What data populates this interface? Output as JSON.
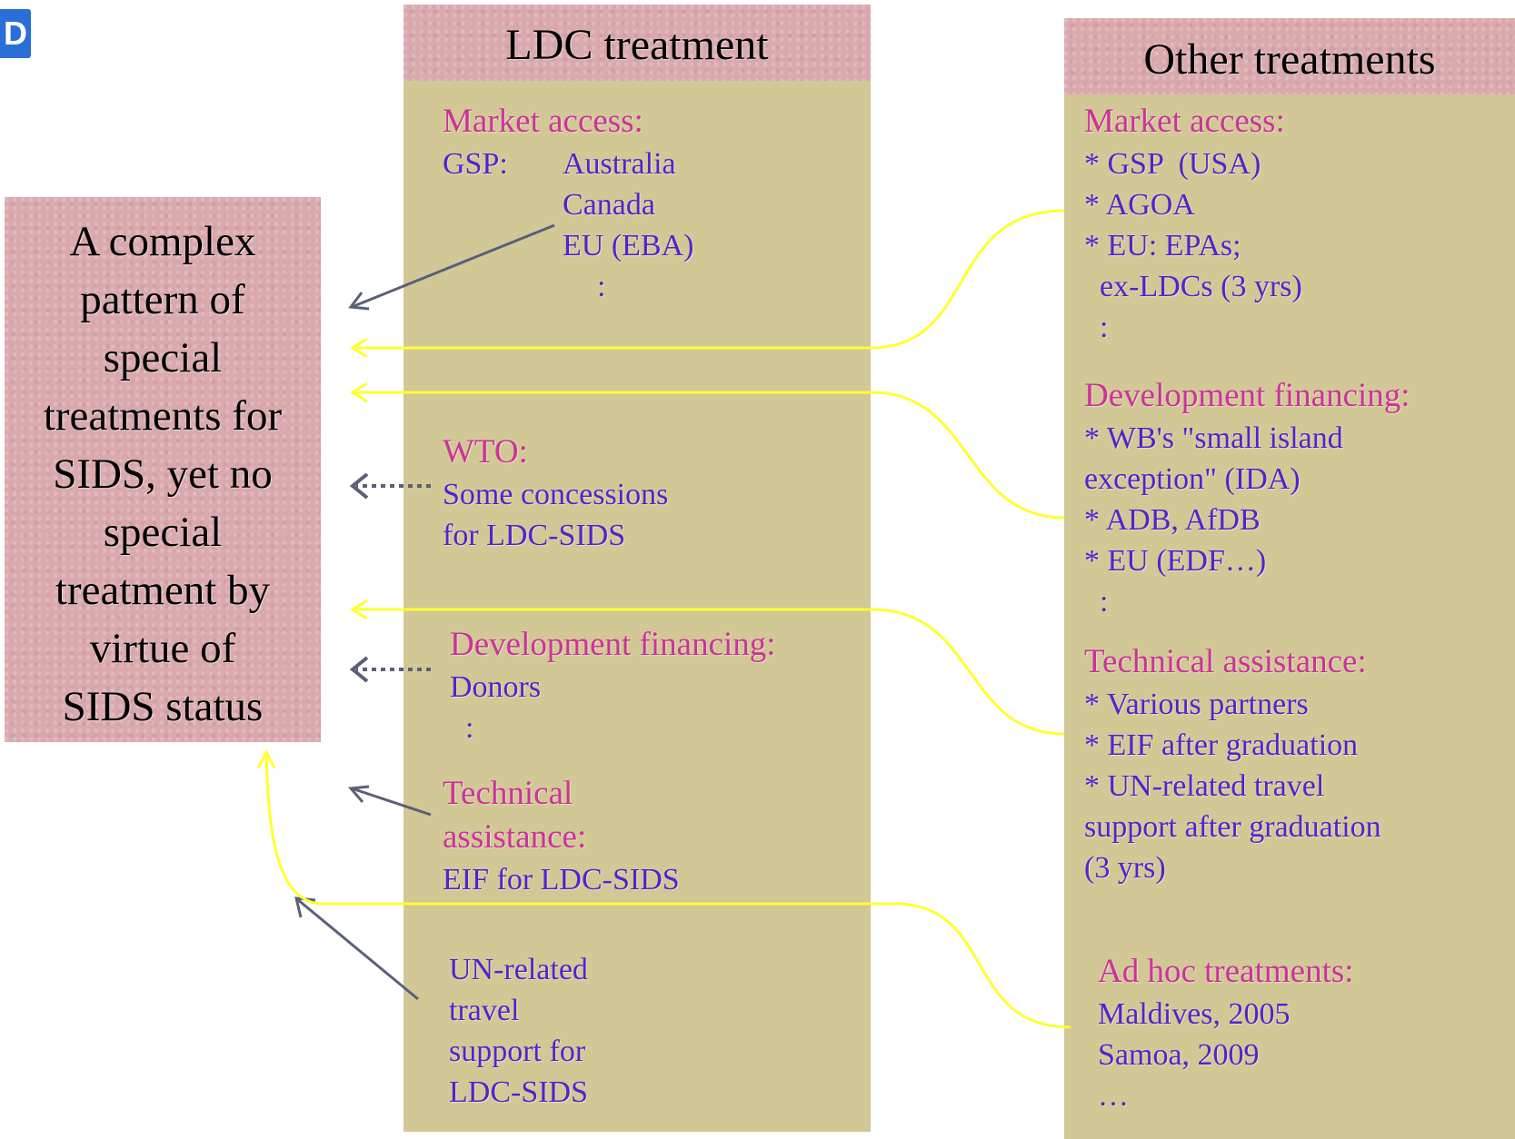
{
  "logo": {
    "text": "D"
  },
  "center_box": {
    "lines": [
      "A complex",
      "pattern of",
      "special",
      "treatments for",
      "SIDS, yet no",
      "special",
      "treatment by",
      "virtue of",
      "SIDS status"
    ]
  },
  "ldc_column": {
    "title": "LDC treatment",
    "market_access": {
      "heading": "Market access:",
      "gsp_label": "GSP:",
      "items": [
        "Australia",
        "Canada",
        "EU (EBA)"
      ],
      "ellipsis": ":"
    },
    "wto": {
      "heading": "WTO:",
      "lines": [
        "Some concessions",
        "for LDC-SIDS"
      ]
    },
    "development_financing": {
      "heading": "Development financing:",
      "lines": [
        "Donors",
        "  :"
      ]
    },
    "technical_assistance": {
      "heading_lines": [
        "Technical",
        "assistance:"
      ],
      "lines": [
        "EIF for LDC-SIDS"
      ]
    },
    "un_travel": {
      "lines": [
        "UN-related",
        "travel",
        "support for",
        "LDC-SIDS"
      ]
    }
  },
  "other_column": {
    "title": "Other treatments",
    "market_access": {
      "heading": "Market access:",
      "lines": [
        "* GSP  (USA)",
        "* AGOA",
        "* EU: EPAs;",
        "  ex-LDCs (3 yrs)",
        "  :"
      ]
    },
    "development_financing": {
      "heading": "Development financing:",
      "lines": [
        "* WB's \"small island",
        "exception\" (IDA)",
        "* ADB, AfDB",
        "* EU (EDF…)",
        "  :"
      ]
    },
    "technical_assistance": {
      "heading": "Technical assistance:",
      "lines": [
        "* Various partners",
        "* EIF after graduation",
        "* UN-related travel",
        "support after graduation",
        "(3 yrs)"
      ]
    },
    "ad_hoc": {
      "heading": "Ad hoc treatments:",
      "lines": [
        "Maldives, 2005",
        "Samoa, 2009",
        "…"
      ]
    }
  },
  "colors": {
    "heading": "#cc3399",
    "body_text": "#5522cc",
    "pink_box": "#d9a9ae",
    "olive_box": "#d2c896",
    "yellow_arrow": "#ffff33",
    "gray_arrow": "#5a6078"
  }
}
